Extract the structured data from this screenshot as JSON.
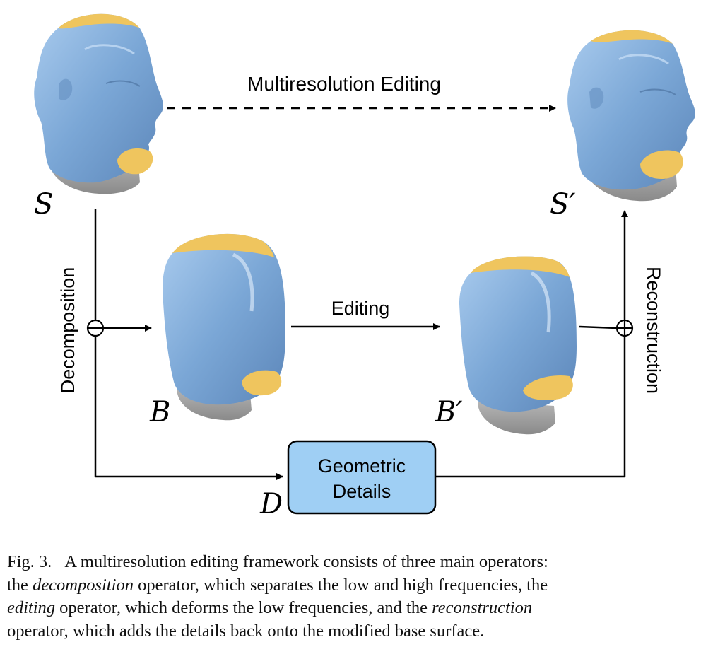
{
  "diagram": {
    "nodes": {
      "S": {
        "symbol": "S"
      },
      "S_prime": {
        "symbol": "S′"
      },
      "B": {
        "symbol": "B"
      },
      "B_prime": {
        "symbol": "B′"
      },
      "D": {
        "symbol": "D"
      },
      "details_box": {
        "line1": "Geometric",
        "line2": "Details"
      }
    },
    "edge_labels": {
      "multires": "Multiresolution Editing",
      "editing": "Editing",
      "decomposition": "Decomposition",
      "reconstruction": "Reconstruction"
    },
    "colors": {
      "mesh_blue": "#7ba7d6",
      "mesh_yellow": "#efc55e",
      "neck_gray": "#9a9a9a",
      "box_fill": "#9fcff4",
      "stroke": "#000000"
    }
  },
  "caption": {
    "label": "Fig. 3.",
    "l1_a": "A multiresolution editing framework consists of three main operators:",
    "l2_a": "the ",
    "l2_b": "decomposition",
    "l2_c": " operator, which separates the low and high frequencies, the",
    "l3_a": "editing",
    "l3_b": " operator, which deforms the low frequencies, and the ",
    "l3_c": "reconstruction",
    "l4_a": "operator, which adds the details back onto the modified base surface."
  }
}
